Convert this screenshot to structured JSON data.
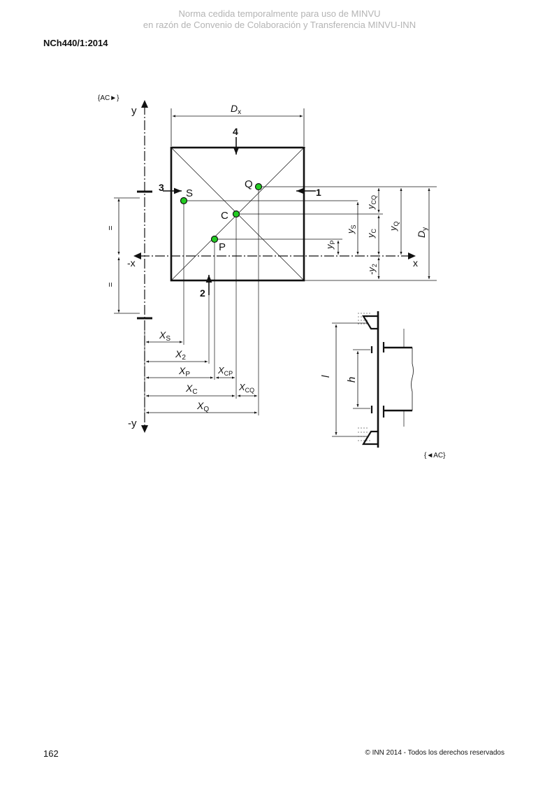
{
  "header": {
    "watermark_line1": "Norma cedida temporalmente para uso de MINVU",
    "watermark_line2": "en razón de Convenio de Colaboración y Transferencia MINVU-INN",
    "doc_number": "NCh440/1:2014"
  },
  "figure": {
    "ac_open": "{AC►}",
    "ac_close": "{◄AC}",
    "axis_y": "y",
    "axis_neg_y": "-y",
    "axis_x": "x",
    "axis_neg_x": "-x",
    "dim_Dx": "D",
    "dim_Dx_sub": "x",
    "dim_Dy": "D",
    "dim_Dy_sub": "y",
    "arrow_1": "1",
    "arrow_2": "2",
    "arrow_3": "3",
    "arrow_4": "4",
    "point_S": "S",
    "point_Q": "Q",
    "point_C": "C",
    "point_P": "P",
    "equal_mark": "=",
    "dim_xS": "X",
    "dim_xS_sub": "S",
    "dim_x2": "X",
    "dim_x2_sub": "2",
    "dim_xP": "X",
    "dim_xP_sub": "P",
    "dim_xCP": "X",
    "dim_xCP_sub": "CP",
    "dim_xC": "X",
    "dim_xC_sub": "C",
    "dim_xCQ": "X",
    "dim_xCQ_sub": "CQ",
    "dim_xQ": "X",
    "dim_xQ_sub": "Q",
    "dim_yCQ": "y",
    "dim_yCQ_sub": "CQ",
    "dim_yS": "y",
    "dim_yS_sub": "S",
    "dim_yC": "y",
    "dim_yC_sub": "C",
    "dim_yQ": "y",
    "dim_yQ_sub": "Q",
    "dim_yP": "y",
    "dim_yP_sub": "P",
    "dim_neg_y2": "-y",
    "dim_neg_y2_sub": "2",
    "dim_l": "l",
    "dim_h": "h",
    "point_color": "#22cc22"
  },
  "footer": {
    "page_number": "162",
    "copyright": "© INN 2014 - Todos los derechos reservados"
  }
}
